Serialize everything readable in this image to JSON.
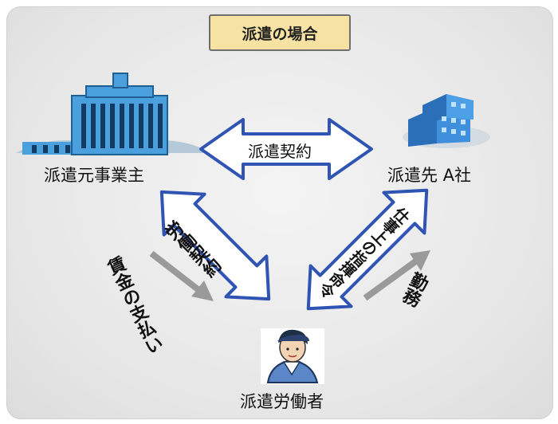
{
  "title": "派遣の場合",
  "nodes": {
    "dispatcher": "派遣元事業主",
    "client": "派遣先 A社",
    "worker": "派遣労働者"
  },
  "contracts": {
    "dispatch_contract": "派遣契約",
    "labor_contract": "労働契約",
    "instruction": "仕事上の指揮命令"
  },
  "flows": {
    "wage_payment": "賃金の支払い",
    "work": "勤務"
  },
  "colors": {
    "arrow_fill": "#ffffff",
    "arrow_stroke": "#2f54b4",
    "flow_gray": "#9a9a9a",
    "title_bg": "#f6e3a3",
    "building_blue": "#3a8fd6"
  }
}
